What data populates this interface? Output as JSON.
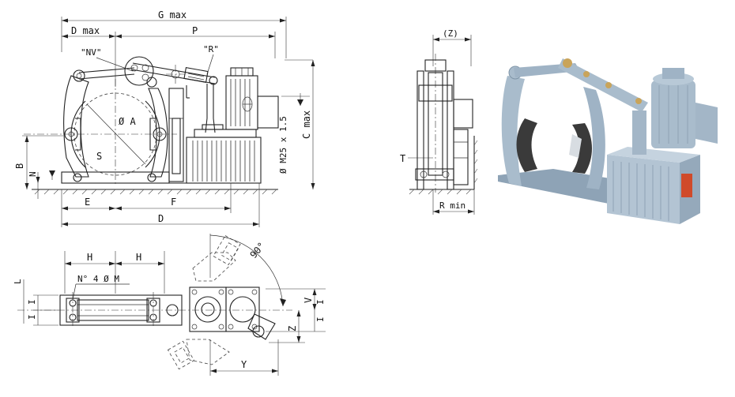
{
  "labels": {
    "g_max": "G max",
    "d_max": "D max",
    "p": "P",
    "nv": "\"NV\"",
    "r_quote": "\"R\"",
    "diameter_a": "Ø A",
    "s": "S",
    "b": "B",
    "n": "N",
    "m25": "Ø M25 x 1.5",
    "c_max": "C max",
    "e": "E",
    "f": "F",
    "d": "D",
    "z_paren": "(Z)",
    "t": "T",
    "r_min": "R min",
    "h1": "H",
    "h2": "H",
    "holes": "N° 4 Ø M",
    "l": "L",
    "i_left_top": "I",
    "i_left_bottom": "I",
    "angle_90": "90°",
    "v": "V",
    "i_right_top": "I",
    "i_right_bottom": "I",
    "z": "Z",
    "y": "Y"
  },
  "colors": {
    "ink": "#222222",
    "photo_body": "#a9bccc",
    "photo_shadow": "#7f95a8",
    "shoe_pad": "#3a3a3a",
    "hardware": "#c9a45a",
    "label_plate": "#d04a2a"
  },
  "icons": {
    "vent_arrow": "down-triangle-arrow",
    "level_marker": "down-triangle-arrow"
  }
}
